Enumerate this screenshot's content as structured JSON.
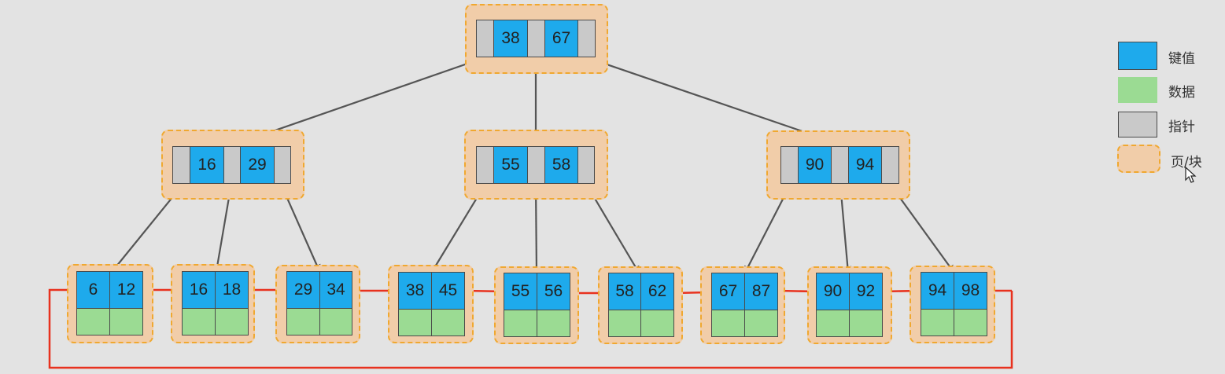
{
  "tree": {
    "root": {
      "keys": [
        "38",
        "67"
      ]
    },
    "internal": [
      {
        "keys": [
          "16",
          "29"
        ]
      },
      {
        "keys": [
          "55",
          "58"
        ]
      },
      {
        "keys": [
          "90",
          "94"
        ]
      }
    ],
    "leaves": [
      {
        "keys": [
          "6",
          "12"
        ]
      },
      {
        "keys": [
          "16",
          "18"
        ]
      },
      {
        "keys": [
          "29",
          "34"
        ]
      },
      {
        "keys": [
          "38",
          "45"
        ]
      },
      {
        "keys": [
          "55",
          "56"
        ]
      },
      {
        "keys": [
          "58",
          "62"
        ]
      },
      {
        "keys": [
          "67",
          "87"
        ]
      },
      {
        "keys": [
          "90",
          "92"
        ]
      },
      {
        "keys": [
          "94",
          "98"
        ]
      }
    ]
  },
  "legend": [
    {
      "label": "键值",
      "kind": "key"
    },
    {
      "label": "数据",
      "kind": "data"
    },
    {
      "label": "指针",
      "kind": "pointer"
    },
    {
      "label": "页/块",
      "kind": "page"
    }
  ],
  "colors": {
    "key": "#1eaaec",
    "data": "#9bdb93",
    "pointer": "#c9c9c9",
    "page_fill": "#f1cda9",
    "page_border": "#f0a830",
    "tree_arrow": "#555555",
    "leaf_link": "#e8321e"
  }
}
